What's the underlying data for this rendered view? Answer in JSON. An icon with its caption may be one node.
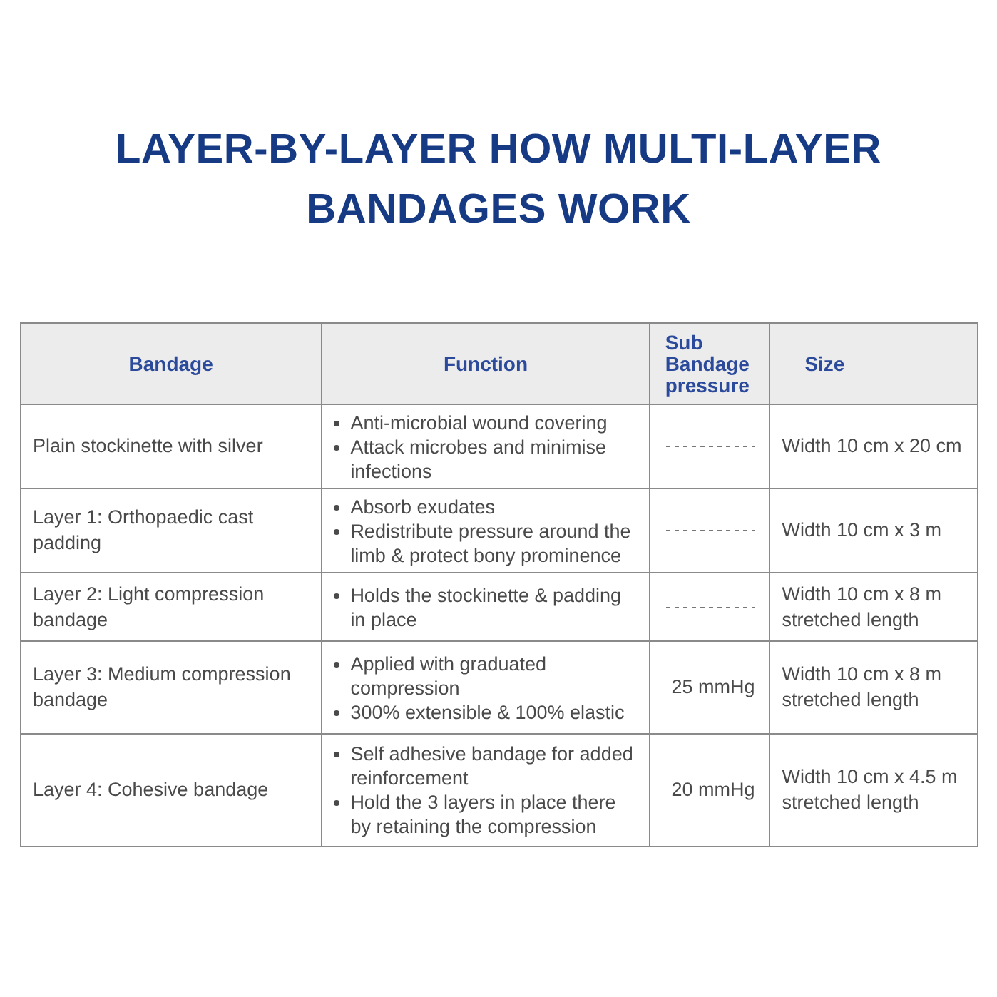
{
  "diagram": {
    "title": "LAYER-BY-LAYER HOW MULTI-LAYER BANDAGES WORK",
    "labels": [
      "Bandage",
      "Function",
      "Sub Bandage pressure",
      "Size",
      "Plain stockinette with silver",
      "Anti-microbial wound covering",
      "Attack microbes and minimise infections",
      "Width 10 cm x 20 cm",
      "Layer 1: Orthopaedic cast padding",
      "Absorb exudates",
      "Redistribute pressure around the limb & protect bony prominence",
      "Width 10 cm x 3 m",
      "Layer 2: Light compression bandage",
      "Holds the stockinette & padding in place",
      "Width 10 cm x 8 m stretched length",
      "Layer 3: Medium compression bandage",
      "Applied with graduated compression",
      "300% extensible & 100% elastic",
      "25 mmHg",
      "Width 10 cm x 8 m stretched length",
      "Layer 4: Cohesive bandage",
      "Self adhesive bandage for added reinforcement",
      "Hold the 3 layers in place there by retaining the compression",
      "20 mmHg",
      "Width 10 cm x 4.5 m stretched length"
    ]
  }
}
